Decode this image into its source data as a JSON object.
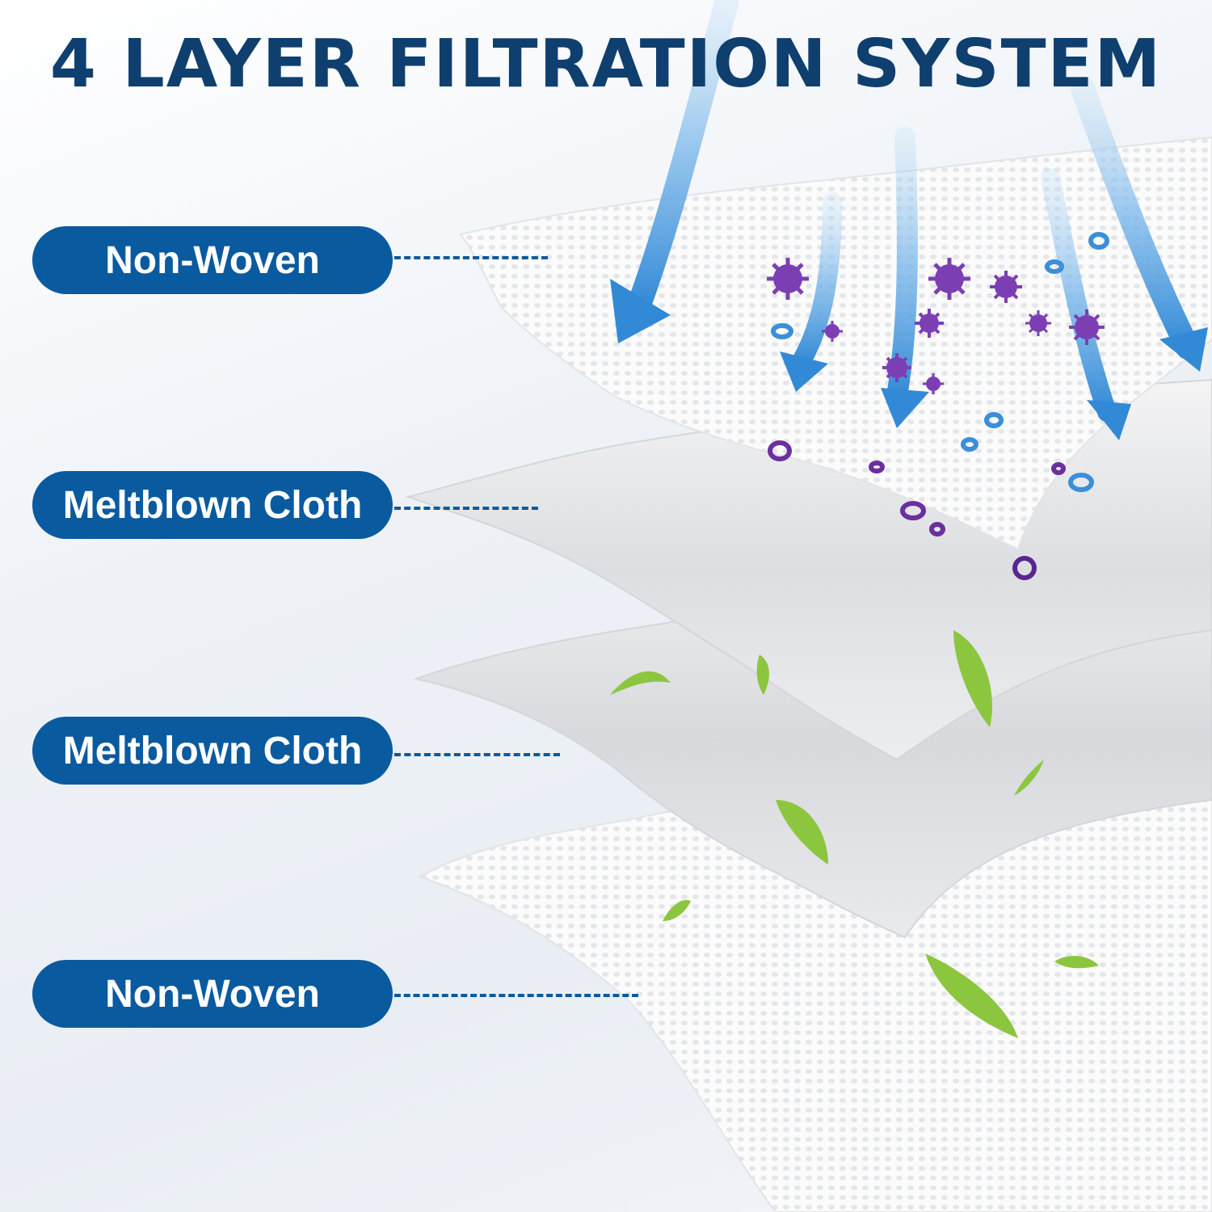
{
  "title": "4 LAYER FILTRATION SYSTEM",
  "layers": [
    {
      "label": "Non-Woven"
    },
    {
      "label": "Meltblown Cloth"
    },
    {
      "label": "Meltblown Cloth"
    },
    {
      "label": "Non-Woven"
    }
  ],
  "colors": {
    "title": "#0f3f6e",
    "pill": "#0a5aa0",
    "arrow": "#3a8fd8",
    "virus": "#7b3fb3",
    "leaf": "#8cc63f",
    "fabric": "#ffffff"
  },
  "icons": [
    "airflow-arrow-icon",
    "virus-icon",
    "particle-icon",
    "leaf-icon"
  ]
}
